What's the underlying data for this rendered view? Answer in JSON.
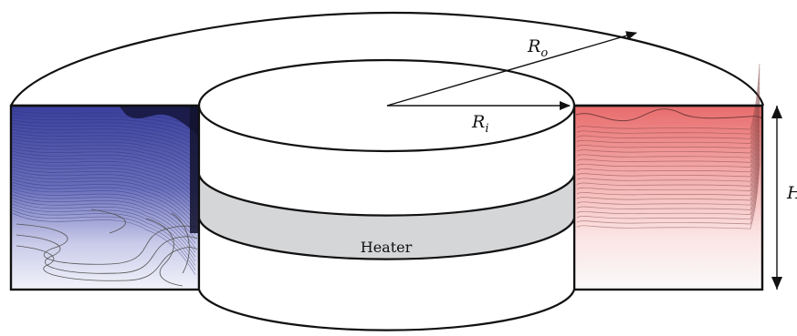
{
  "labels": {
    "outer_radius": "R",
    "outer_radius_sub": "o",
    "inner_radius": "R",
    "inner_radius_sub": "i",
    "height": "H",
    "heater": "Heater"
  },
  "colors": {
    "cold": "#3b3f9e",
    "hot": "#e86b6b",
    "heater_band": "#d5d6d8",
    "outline": "#111111"
  }
}
